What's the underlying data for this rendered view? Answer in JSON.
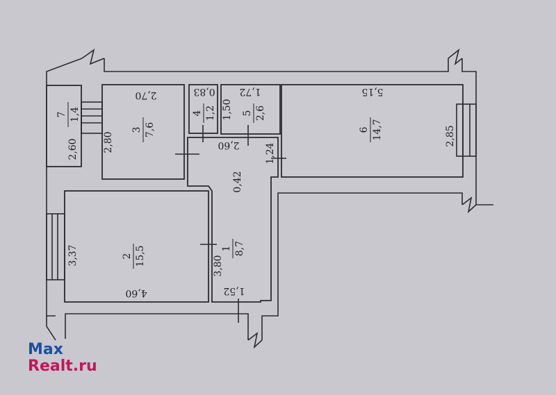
{
  "plan": {
    "rooms": [
      {
        "number": "1",
        "area": "8,7"
      },
      {
        "number": "2",
        "area": "15,5"
      },
      {
        "number": "3",
        "area": "7,6"
      },
      {
        "number": "4",
        "area": "1,2"
      },
      {
        "number": "5",
        "area": "2,6"
      },
      {
        "number": "6",
        "area": "14,7"
      },
      {
        "number": "7",
        "area": "1,4"
      }
    ],
    "dimensions": {
      "r3_width": "2,70",
      "r3_height": "2,80",
      "r4_width": "0,83",
      "r5_width": "1,72",
      "r5_height": "1,50",
      "r6_width": "5,15",
      "r6_height": "2,85",
      "r7_height": "2,60",
      "hall_width": "2,60",
      "hall_side": "1,24",
      "hall_gap": "0,42",
      "r2_width": "4,60",
      "r2_height": "3,37",
      "r1_height": "3,80",
      "r1_width": "1,52"
    }
  },
  "watermark": {
    "line1": "Max",
    "line2": "Realt.ru"
  }
}
